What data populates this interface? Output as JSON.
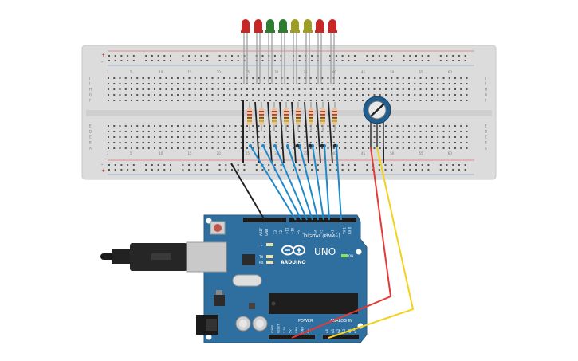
{
  "breadboard": {
    "col_labels": [
      "1",
      "5",
      "10",
      "15",
      "20",
      "25",
      "30",
      "35",
      "40",
      "45",
      "50",
      "55",
      "60"
    ],
    "row_labels_top": [
      "J",
      "I",
      "H",
      "G",
      "F"
    ],
    "row_labels_bottom": [
      "E",
      "D",
      "C",
      "B",
      "A"
    ],
    "rail_plus": "+",
    "rail_minus": "-"
  },
  "leds": {
    "colors": [
      "#c62828",
      "#c62828",
      "#2e7d32",
      "#2e7d32",
      "#9e9d24",
      "#9e9d24",
      "#c62828",
      "#c62828"
    ]
  },
  "wires": {
    "signal_color": "#1e88c9",
    "ground_color": "#222222",
    "power_color": "#e53935",
    "analog_color": "#f2d21b"
  },
  "arduino": {
    "board_color": "#2f6f9f",
    "logo_text": "ARDUINO",
    "model": "UNO",
    "digital_label": "DIGITAL (PWM~)",
    "power_label": "POWER",
    "analog_label": "ANALOG IN",
    "on_label": "ON",
    "led_l": "L",
    "led_tx": "TX",
    "led_rx": "RX",
    "aref_label": "AREF",
    "gnd_label": "GND",
    "digital_pins": [
      "13",
      "12",
      "~11",
      "~10",
      "~9",
      "8",
      "7",
      "~6",
      "~5",
      "4",
      "~3",
      "2",
      "TX 1",
      "RX 0"
    ],
    "power_pins": [
      "IOREF",
      "RESET",
      "3.3V",
      "5V",
      "GND",
      "GND",
      "Vin"
    ],
    "analog_pins": [
      "A0",
      "A1",
      "A2",
      "A3",
      "A4",
      "A5"
    ]
  }
}
